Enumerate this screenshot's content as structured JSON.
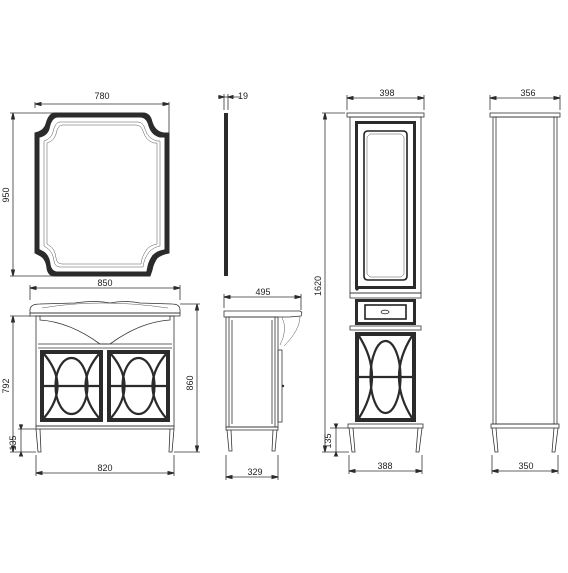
{
  "dimensions": {
    "mirror_width": "780",
    "mirror_height": "950",
    "mirror_depth": "19",
    "vanity_top_width": "850",
    "vanity_height_left": "792",
    "vanity_height_right": "860",
    "vanity_leg_height": "135",
    "vanity_base_width": "820",
    "vanity_side_width": "495",
    "vanity_side_base": "329",
    "cabinet_top_width": "398",
    "cabinet_height": "1620",
    "cabinet_leg_height": "135",
    "cabinet_base_width": "388",
    "cabinet_side_top": "356",
    "cabinet_side_base": "350"
  },
  "colors": {
    "line": "#333333",
    "frame": "#2b2b2b",
    "background": "#ffffff"
  }
}
